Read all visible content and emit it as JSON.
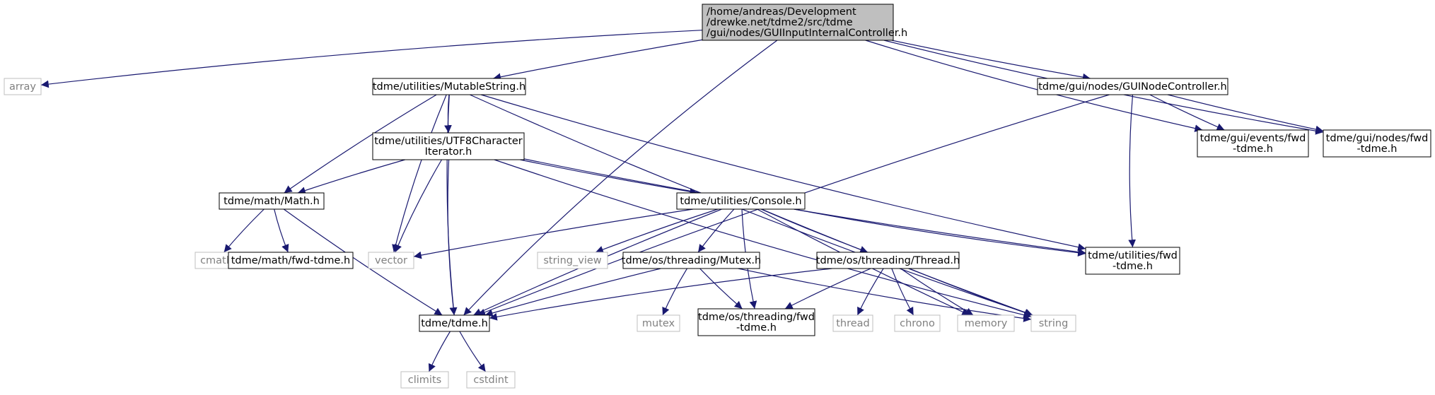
{
  "graph": {
    "edge_color": "#191970",
    "node_border_color": "#000000",
    "system_node_border_color": "#bfbfbf",
    "system_text_color": "#808080",
    "root_fill": "#bfbfbf",
    "nodes": [
      {
        "id": "root",
        "lines": [
          "/home/andreas/Development",
          "/drewke.net/tdme2/src/tdme",
          "/gui/nodes/GUIInputInternalController.h"
        ],
        "kind": "root"
      },
      {
        "id": "array",
        "lines": [
          "array"
        ],
        "kind": "system"
      },
      {
        "id": "mutablestring",
        "lines": [
          "tdme/utilities/MutableString.h"
        ],
        "kind": "file"
      },
      {
        "id": "guinodecontroller",
        "lines": [
          "tdme/gui/nodes/GUINodeController.h"
        ],
        "kind": "file"
      },
      {
        "id": "utf8",
        "lines": [
          "tdme/utilities/UTF8Character",
          "Iterator.h"
        ],
        "kind": "file"
      },
      {
        "id": "guievents_fwd",
        "lines": [
          "tdme/gui/events/fwd",
          "-tdme.h"
        ],
        "kind": "file"
      },
      {
        "id": "guinodes_fwd",
        "lines": [
          "tdme/gui/nodes/fwd",
          "-tdme.h"
        ],
        "kind": "file"
      },
      {
        "id": "math",
        "lines": [
          "tdme/math/Math.h"
        ],
        "kind": "file"
      },
      {
        "id": "console",
        "lines": [
          "tdme/utilities/Console.h"
        ],
        "kind": "file"
      },
      {
        "id": "cmath",
        "lines": [
          "cmath"
        ],
        "kind": "system"
      },
      {
        "id": "math_fwd",
        "lines": [
          "tdme/math/fwd-tdme.h"
        ],
        "kind": "file"
      },
      {
        "id": "vector",
        "lines": [
          "vector"
        ],
        "kind": "system"
      },
      {
        "id": "string_view",
        "lines": [
          "string_view"
        ],
        "kind": "system"
      },
      {
        "id": "mutex_h",
        "lines": [
          "tdme/os/threading/Mutex.h"
        ],
        "kind": "file"
      },
      {
        "id": "thread_h",
        "lines": [
          "tdme/os/threading/Thread.h"
        ],
        "kind": "file"
      },
      {
        "id": "utilities_fwd",
        "lines": [
          "tdme/utilities/fwd",
          "-tdme.h"
        ],
        "kind": "file"
      },
      {
        "id": "tdme_h",
        "lines": [
          "tdme/tdme.h"
        ],
        "kind": "file"
      },
      {
        "id": "mutex",
        "lines": [
          "mutex"
        ],
        "kind": "system"
      },
      {
        "id": "threading_fwd",
        "lines": [
          "tdme/os/threading/fwd",
          "-tdme.h"
        ],
        "kind": "file"
      },
      {
        "id": "thread",
        "lines": [
          "thread"
        ],
        "kind": "system"
      },
      {
        "id": "chrono",
        "lines": [
          "chrono"
        ],
        "kind": "system"
      },
      {
        "id": "memory",
        "lines": [
          "memory"
        ],
        "kind": "system"
      },
      {
        "id": "string",
        "lines": [
          "string"
        ],
        "kind": "system"
      },
      {
        "id": "climits",
        "lines": [
          "climits"
        ],
        "kind": "system"
      },
      {
        "id": "cstdint",
        "lines": [
          "cstdint"
        ],
        "kind": "system"
      }
    ],
    "edges": [
      [
        "root",
        "array"
      ],
      [
        "root",
        "mutablestring"
      ],
      [
        "root",
        "guinodecontroller"
      ],
      [
        "root",
        "tdme_h"
      ],
      [
        "root",
        "guievents_fwd"
      ],
      [
        "root",
        "guinodes_fwd"
      ],
      [
        "mutablestring",
        "utf8"
      ],
      [
        "mutablestring",
        "math"
      ],
      [
        "mutablestring",
        "vector"
      ],
      [
        "mutablestring",
        "tdme_h"
      ],
      [
        "mutablestring",
        "utilities_fwd"
      ],
      [
        "mutablestring",
        "string"
      ],
      [
        "guinodecontroller",
        "tdme_h"
      ],
      [
        "guinodecontroller",
        "guievents_fwd"
      ],
      [
        "guinodecontroller",
        "guinodes_fwd"
      ],
      [
        "guinodecontroller",
        "utilities_fwd"
      ],
      [
        "utf8",
        "math"
      ],
      [
        "utf8",
        "vector"
      ],
      [
        "utf8",
        "tdme_h"
      ],
      [
        "utf8",
        "console"
      ],
      [
        "utf8",
        "utilities_fwd"
      ],
      [
        "utf8",
        "string"
      ],
      [
        "math",
        "cmath"
      ],
      [
        "math",
        "math_fwd"
      ],
      [
        "math",
        "tdme_h"
      ],
      [
        "console",
        "vector"
      ],
      [
        "console",
        "string_view"
      ],
      [
        "console",
        "mutex_h"
      ],
      [
        "console",
        "thread_h"
      ],
      [
        "console",
        "threading_fwd"
      ],
      [
        "console",
        "utilities_fwd"
      ],
      [
        "console",
        "memory"
      ],
      [
        "console",
        "string"
      ],
      [
        "console",
        "tdme_h"
      ],
      [
        "mutex_h",
        "tdme_h"
      ],
      [
        "mutex_h",
        "mutex"
      ],
      [
        "mutex_h",
        "threading_fwd"
      ],
      [
        "mutex_h",
        "string"
      ],
      [
        "thread_h",
        "tdme_h"
      ],
      [
        "thread_h",
        "threading_fwd"
      ],
      [
        "thread_h",
        "thread"
      ],
      [
        "thread_h",
        "chrono"
      ],
      [
        "thread_h",
        "memory"
      ],
      [
        "thread_h",
        "string"
      ],
      [
        "tdme_h",
        "climits"
      ],
      [
        "tdme_h",
        "cstdint"
      ]
    ]
  }
}
